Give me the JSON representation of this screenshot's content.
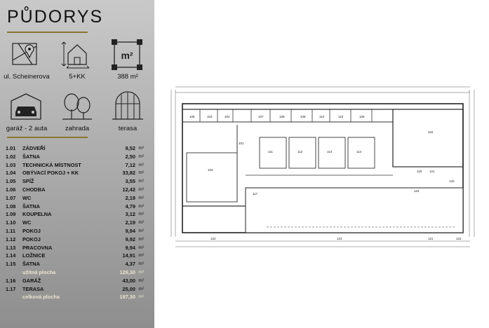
{
  "title": "PŮDORYS",
  "features": [
    {
      "icon": "location-icon",
      "label": "ul. Scheinerova"
    },
    {
      "icon": "house-icon",
      "label": "5+KK"
    },
    {
      "icon": "area-icon",
      "label": "388 m²",
      "icon_text": "m²"
    },
    {
      "icon": "garage-icon",
      "label": "garáž - 2 auta"
    },
    {
      "icon": "garden-icon",
      "label": "zahrada"
    },
    {
      "icon": "terrace-icon",
      "label": "terasa"
    }
  ],
  "rooms": [
    {
      "num": "1.01",
      "name": "ZÁDVEŘÍ",
      "area": "8,52",
      "unit": "m²"
    },
    {
      "num": "1.02",
      "name": "ŠATNA",
      "area": "2,50",
      "unit": "m²"
    },
    {
      "num": "1.03",
      "name": "TECHNICKÁ MÍSTNOST",
      "area": "7,12",
      "unit": "m²"
    },
    {
      "num": "1.04",
      "name": "OBÝVACÍ POKOJ + KK",
      "area": "33,82",
      "unit": "m²"
    },
    {
      "num": "1.05",
      "name": "SPÍŽ",
      "area": "3,55",
      "unit": "m²"
    },
    {
      "num": "1.06",
      "name": "CHODBA",
      "area": "12,42",
      "unit": "m²"
    },
    {
      "num": "1.07",
      "name": "WC",
      "area": "2,19",
      "unit": "m²"
    },
    {
      "num": "1.08",
      "name": "ŠATNA",
      "area": "4,79",
      "unit": "m²"
    },
    {
      "num": "1.09",
      "name": "KOUPELNA",
      "area": "3,12",
      "unit": "m²"
    },
    {
      "num": "1.10",
      "name": "WC",
      "area": "2,19",
      "unit": "m²"
    },
    {
      "num": "1.11",
      "name": "POKOJ",
      "area": "9,94",
      "unit": "m²"
    },
    {
      "num": "1.12",
      "name": "POKOJ",
      "area": "9,92",
      "unit": "m²"
    },
    {
      "num": "1.13",
      "name": "PRACOVNA",
      "area": "9,94",
      "unit": "m²"
    },
    {
      "num": "1.14",
      "name": "LOŽNICE",
      "area": "14,91",
      "unit": "m²"
    },
    {
      "num": "1.15",
      "name": "ŠATNA",
      "area": "4,37",
      "unit": "m²"
    }
  ],
  "usable_total": {
    "label": "užitná plocha",
    "area": "129,30",
    "unit": "m²"
  },
  "extra_rooms": [
    {
      "num": "1.16",
      "name": "GARÁŽ",
      "area": "43,00",
      "unit": "m²"
    },
    {
      "num": "1.17",
      "name": "TERASA",
      "area": "25,00",
      "unit": "m²"
    }
  ],
  "grand_total": {
    "label": "celková plocha",
    "area": "197,30",
    "unit": "m²"
  },
  "plan": {
    "labels": [
      "101",
      "102",
      "103",
      "104",
      "105",
      "106",
      "107",
      "108",
      "109",
      "110",
      "111",
      "112",
      "113",
      "114",
      "115",
      "116",
      "117",
      "118",
      "119",
      "120",
      "121"
    ],
    "dims": [
      "122",
      "123",
      "121",
      "122"
    ]
  }
}
